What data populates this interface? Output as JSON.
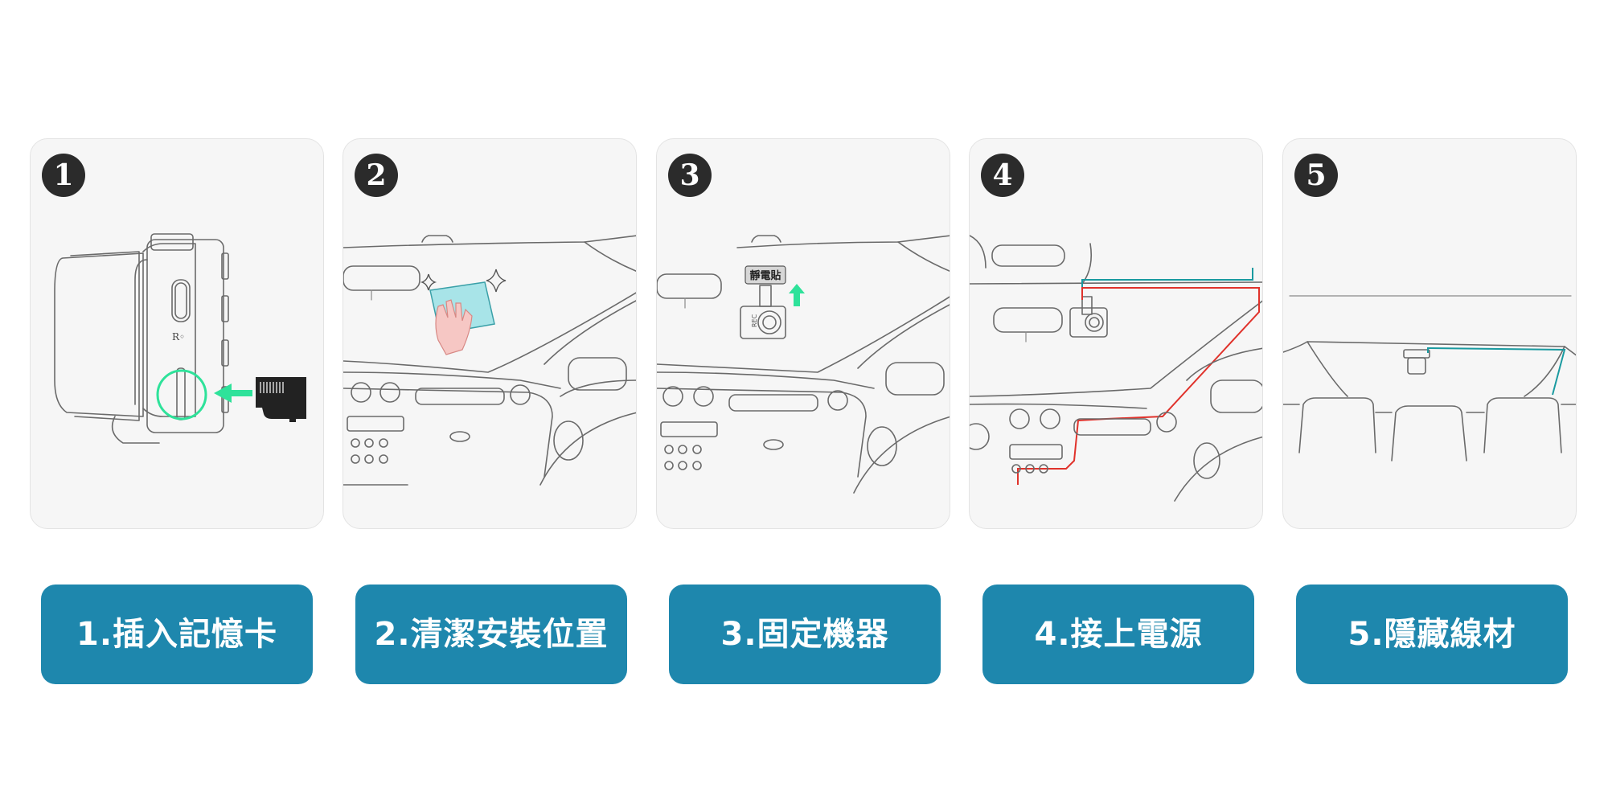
{
  "steps": [
    {
      "number": "1",
      "label": "1.插入記憶卡"
    },
    {
      "number": "2",
      "label": "2.清潔安裝位置"
    },
    {
      "number": "3",
      "label": "3.固定機器"
    },
    {
      "number": "4",
      "label": "4.接上電源"
    },
    {
      "number": "5",
      "label": "5.隱藏線材"
    }
  ],
  "illustrations": {
    "camera_side_mark": "R◦",
    "static_sticker_tag": "靜電貼",
    "camera_rec_mark": "REC"
  },
  "colors": {
    "label_background": "#1e87ad",
    "label_text": "#ffffff",
    "highlight_green": "#2ee29a",
    "power_cable_red": "#e0322b",
    "cable_teal": "#1a9aa0",
    "panel_background": "#f6f6f6",
    "step_badge": "#2b2b2b"
  }
}
